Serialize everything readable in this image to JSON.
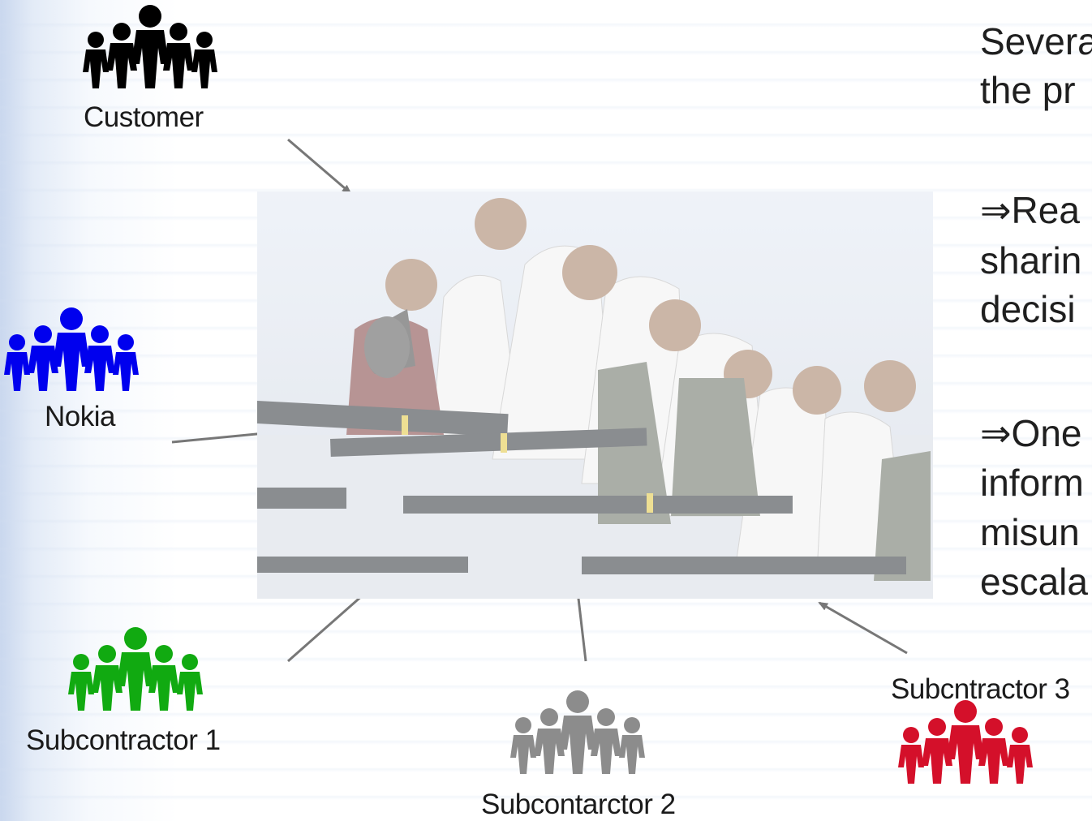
{
  "groups": {
    "customer": {
      "label": "Customer",
      "color": "#000000"
    },
    "nokia": {
      "label": "Nokia",
      "color": "#0000ee"
    },
    "subcontractor1": {
      "label": "Subcontractor 1",
      "color": "#11aa11"
    },
    "subcontractor2": {
      "label": "Subcontarctor 2",
      "color": "#8c8c8c"
    },
    "subcontractor3": {
      "label": "Subcntractor 3",
      "color": "#d4102a"
    }
  },
  "text": {
    "line1": "Severa",
    "line2": "the pr",
    "line3": "⇒Rea",
    "line4": "sharin",
    "line5": "decisi",
    "line6": "⇒One",
    "line7": "inform",
    "line8": "misun",
    "line9": "escala"
  },
  "colors": {
    "arrow": "#777777",
    "text": "#1f1f1f"
  }
}
